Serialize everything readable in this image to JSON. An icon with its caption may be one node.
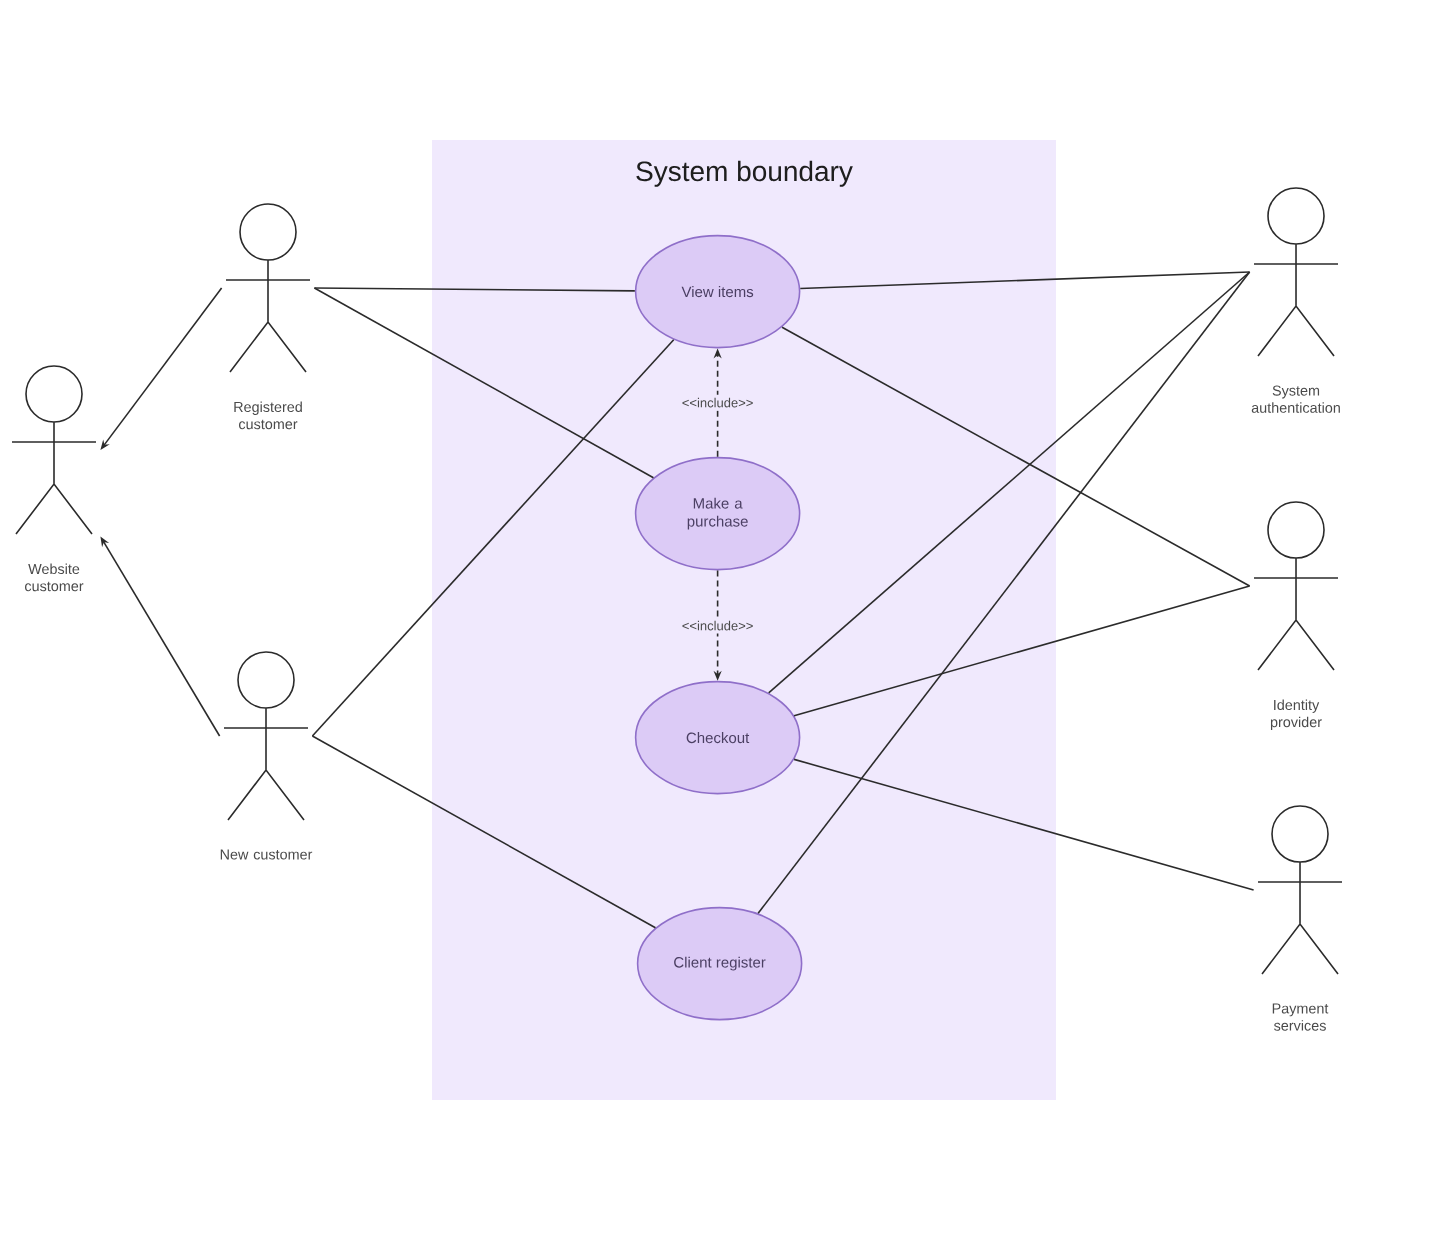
{
  "diagram": {
    "nodes": [
      {
        "text": [
          "System boundary"
        ]
      },
      {
        "text": [
          "View items"
        ],
        "in": 0
      },
      {
        "text": [
          "Make a purchase"
        ],
        "in": 0
      },
      {
        "text": [
          "Checkout"
        ],
        "in": 0
      },
      {
        "text": [
          "Client register"
        ],
        "in": 0
      },
      {
        "text": [
          "Registered customer"
        ]
      },
      {
        "text": [
          "Website customer"
        ]
      },
      {
        "text": [
          "New customer"
        ]
      },
      {
        "text": [
          "System authentication"
        ]
      },
      {
        "text": [
          "Identity provider"
        ]
      },
      {
        "text": [
          "Payment services"
        ]
      }
    ],
    "edges": [
      {
        "from": 5,
        "to": 6,
        "arrow": "to"
      },
      {
        "from": 7,
        "to": 6,
        "arrow": "to"
      },
      {
        "from": 5,
        "to": 1,
        "arrow": "none"
      },
      {
        "from": 5,
        "to": 2,
        "arrow": "none"
      },
      {
        "from": 7,
        "to": 1,
        "arrow": "none"
      },
      {
        "from": 7,
        "to": 4,
        "arrow": "none"
      },
      {
        "from": 2,
        "to": 1,
        "arrow": "to",
        "label": "<<include>>",
        "style": "dashed"
      },
      {
        "from": 2,
        "to": 3,
        "arrow": "to",
        "label": "<<include>>",
        "style": "dashed"
      },
      {
        "from": 1,
        "to": 8,
        "arrow": "none"
      },
      {
        "from": 1,
        "to": 9,
        "arrow": "none"
      },
      {
        "from": 3,
        "to": 8,
        "arrow": "none"
      },
      {
        "from": 3,
        "to": 9,
        "arrow": "none"
      },
      {
        "from": 3,
        "to": 10,
        "arrow": "none"
      },
      {
        "from": 4,
        "to": 8,
        "arrow": "none"
      }
    ]
  }
}
